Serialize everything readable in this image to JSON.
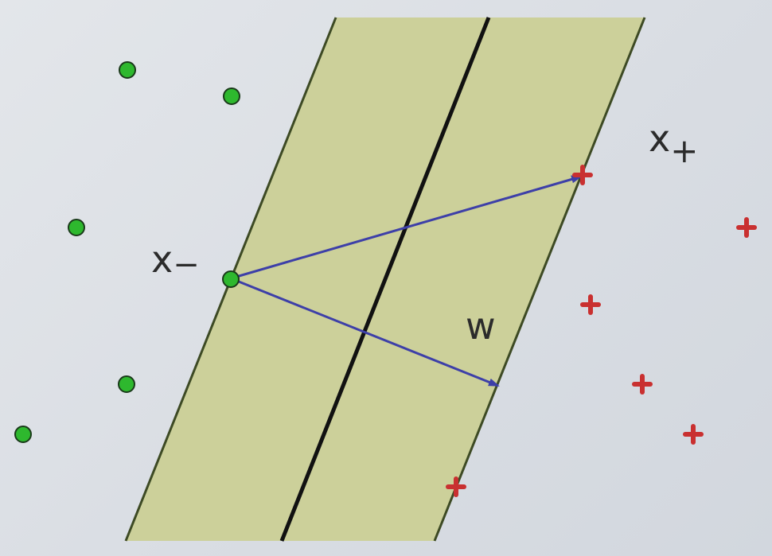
{
  "labels": {
    "x_minus": "x",
    "x_minus_sub": "−",
    "x_plus": "x",
    "x_plus_sub": "+",
    "w": "w"
  },
  "symbols": {
    "negative": "green-circle",
    "positive": "red-plus"
  },
  "colors": {
    "margin_band": "#ccd09a",
    "margin_edge": "#3d4a24",
    "decision_boundary": "#111111",
    "vector": "#3d3fa8",
    "negative_point": "#2eb82e",
    "positive_point": "#c93030"
  }
}
